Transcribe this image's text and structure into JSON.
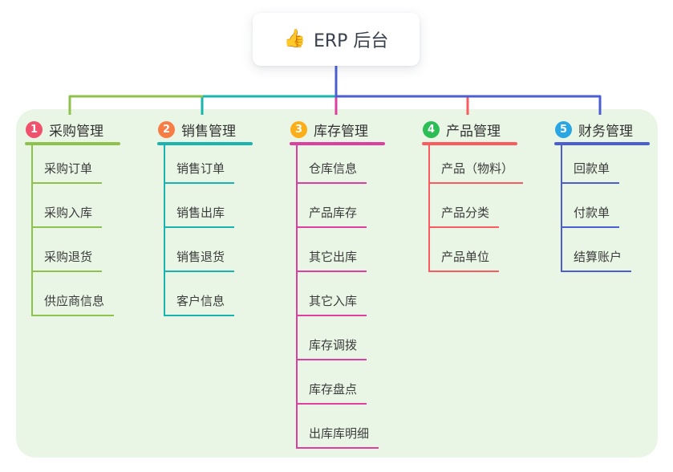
{
  "canvas": {
    "background": "#ffffff",
    "panel_color": "#e9f6e5"
  },
  "root": {
    "icon": "👍",
    "label": "ERP 后台",
    "line_color": "#4a5ed2"
  },
  "branches": [
    {
      "number": "1",
      "title": "采购管理",
      "badge_color": "#f0516c",
      "line_color": "#8fc24c",
      "items": [
        "采购订单",
        "采购入库",
        "采购退货",
        "供应商信息"
      ]
    },
    {
      "number": "2",
      "title": "销售管理",
      "badge_color": "#f87d45",
      "line_color": "#19b4ae",
      "items": [
        "销售订单",
        "销售出库",
        "销售退货",
        "客户信息"
      ]
    },
    {
      "number": "3",
      "title": "库存管理",
      "badge_color": "#fbae17",
      "line_color": "#de3e9f",
      "items": [
        "仓库信息",
        "产品库存",
        "其它出库",
        "其它入库",
        "库存调拨",
        "库存盘点",
        "出库库明细"
      ]
    },
    {
      "number": "4",
      "title": "产品管理",
      "badge_color": "#2cbd55",
      "line_color": "#f95b5f",
      "items": [
        "产品（物料）",
        "产品分类",
        "产品单位"
      ]
    },
    {
      "number": "5",
      "title": "财务管理",
      "badge_color": "#2aa7e2",
      "line_color": "#4a5ed2",
      "items": [
        "回款单",
        "付款单",
        "结算账户"
      ]
    }
  ]
}
